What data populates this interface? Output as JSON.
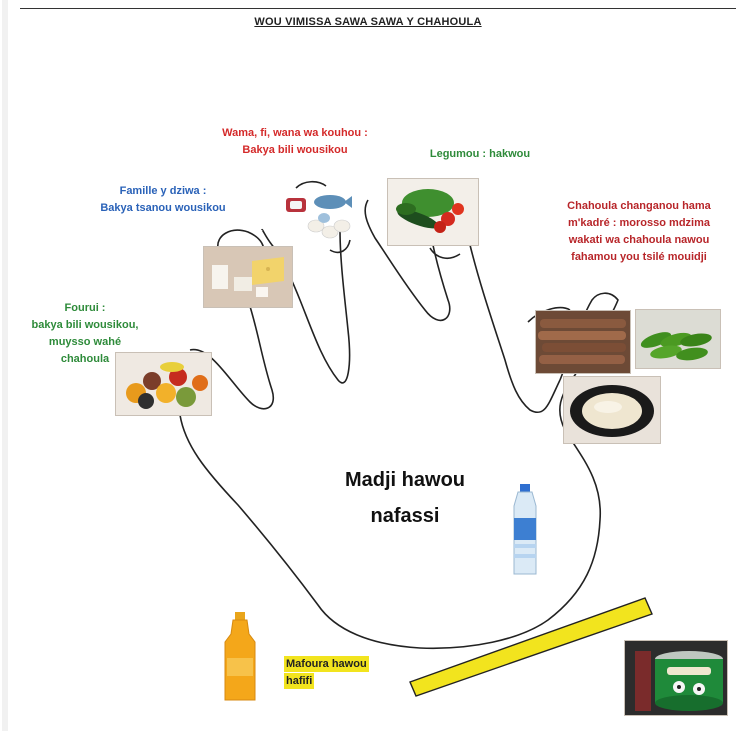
{
  "title": "WOU VIMISSA SAWA SAWA Y CHAHOULA",
  "fingers": {
    "thumb": {
      "lines": [
        "Fourui :",
        "bakya bili wousikou,",
        "muysso wahé",
        "chahoula"
      ],
      "color": "#2e8b3a",
      "image_icon": "fruit-icon"
    },
    "index": {
      "lines": [
        "Famille y dziwa :",
        "Bakya tsanou wousikou"
      ],
      "color": "#2a62b8",
      "image_icon": "dairy-icon"
    },
    "middle": {
      "lines": [
        "Wama, fi, wana wa kouhou :",
        "Bakya bili wousikou"
      ],
      "color": "#d42a2a",
      "image_icon": "meat-fish-egg-icon"
    },
    "ring": {
      "lines": [
        "Legumou : hakwou"
      ],
      "color": "#2e8b3a",
      "image_icon": "vegetables-icon"
    },
    "little": {
      "lines": [
        "Chahoula changanou hama",
        "m'kadré : morosso mdzima",
        "wakati wa chahoula nawou",
        "fahamou you tsilé mouidji"
      ],
      "color": "#b8262a",
      "image_icons": [
        "cassava-icon",
        "banana-icon",
        "rice-icon"
      ]
    }
  },
  "palm": {
    "lines": [
      "Madji hawou",
      "nafassi"
    ],
    "image_icon": "water-bottle-icon"
  },
  "bottom": {
    "oil_lines": [
      "Mafoura hawou",
      "hafifi"
    ],
    "oil_image_icon": "oil-bottle-icon",
    "milk_can_icon": "condensed-milk-can-icon",
    "bar_color": "#f2e41e"
  }
}
